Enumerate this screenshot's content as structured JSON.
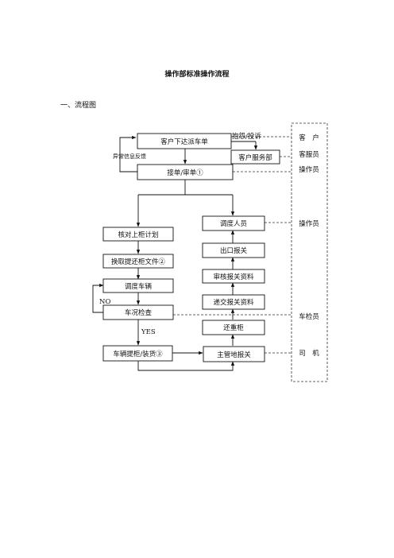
{
  "document": {
    "title": "操作部标准操作流程",
    "section_heading": "一、流程图"
  },
  "flowchart": {
    "nodes": {
      "customer_order": "客户下达派车单",
      "customer_service_dept": "客户服务部",
      "accept_review": "接单/审单①",
      "dispatcher": "调度人员",
      "container_plan": "核对上柜计划",
      "export_declaration": "出口报关",
      "get_docs": "换取提还柜文件②",
      "review_docs": "审核报关资料",
      "dispatch_vehicle": "调度车辆",
      "submit_docs": "递交报关资料",
      "vehicle_check": "车况检查",
      "return_container": "还重柜",
      "pickup_loading": "车辆提柜/装货③",
      "customs_local": "主管地报关"
    },
    "labels": {
      "complaint": "抱怨/投诉",
      "feedback": "异常信息反馈",
      "no": "NO",
      "yes": "YES"
    },
    "roles": {
      "customer": "客　户",
      "service_staff": "客服员",
      "operator_1": "操作员",
      "operator_2": "操作员",
      "inspector": "车检员",
      "driver": "司　机"
    }
  }
}
